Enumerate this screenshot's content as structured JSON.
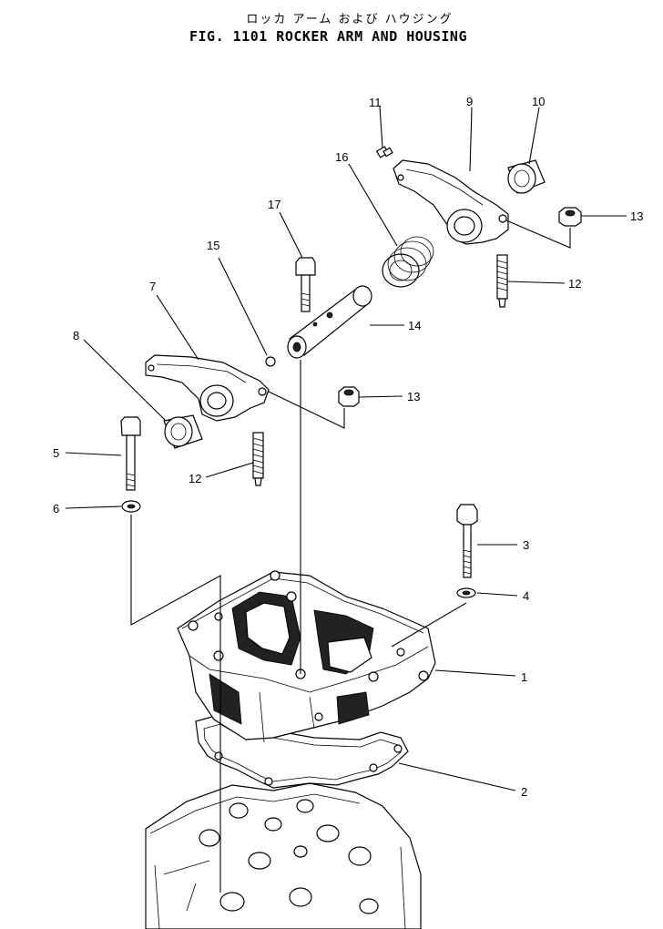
{
  "title": {
    "japanese": "ロッカ アーム および ハウジング",
    "english": "FIG. 1101  ROCKER ARM AND HOUSING"
  },
  "callouts": [
    "1",
    "2",
    "3",
    "4",
    "5",
    "6",
    "7",
    "8",
    "9",
    "10",
    "11",
    "12",
    "12",
    "13",
    "13",
    "14",
    "15",
    "16",
    "17"
  ]
}
